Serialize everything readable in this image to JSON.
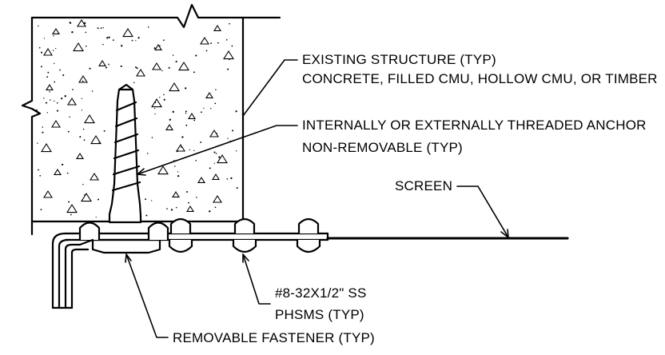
{
  "callouts": {
    "existing_structure_line1": "EXISTING STRUCTURE (TYP)",
    "existing_structure_line2": "CONCRETE, FILLED CMU, HOLLOW CMU, OR TIMBER",
    "anchor_line1": "INTERNALLY OR EXTERNALLY THREADED ANCHOR",
    "anchor_line2": "NON-REMOVABLE (TYP)",
    "screen": "SCREEN",
    "screw_line1": "#8-32X1/2\" SS",
    "screw_line2": "PHSMS (TYP)",
    "removable_fastener": "REMOVABLE FASTENER (TYP)"
  }
}
